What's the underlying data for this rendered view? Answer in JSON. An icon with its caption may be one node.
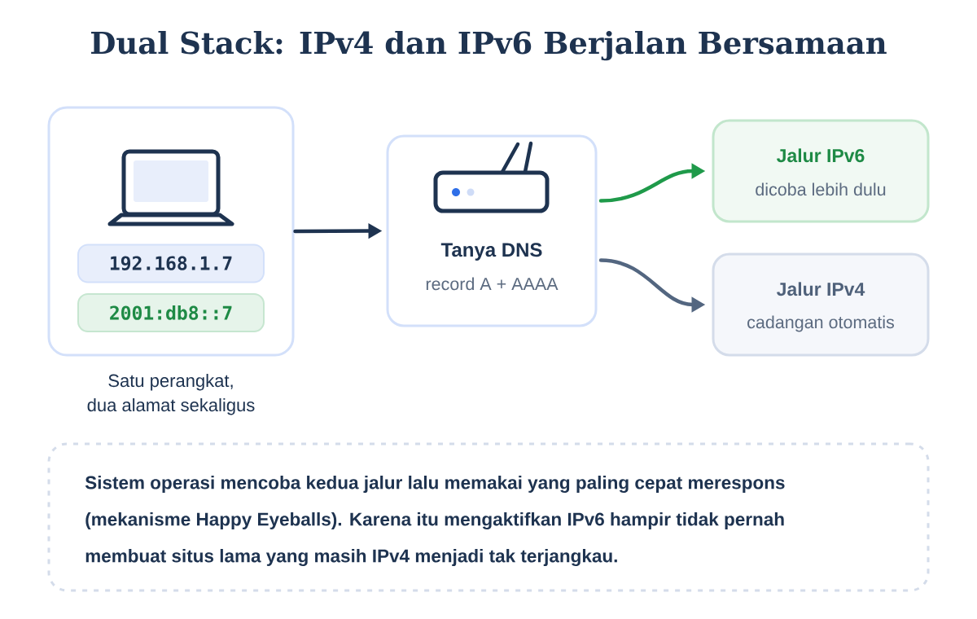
{
  "diagram": {
    "title": "Dual Stack: IPv4 dan IPv6 Berjalan Bersamaan",
    "nodes": [
      {
        "text": [],
        "shape": "box",
        "beside": [
          "Satu perangkat, dua alamat sekaligus"
        ]
      },
      {
        "text": [
          "192.168.1.7"
        ],
        "in": 0
      },
      {
        "text": [
          "2001:db8::7"
        ],
        "in": 0
      },
      {
        "text": [
          "Tanya DNS",
          "record A + AAAA"
        ]
      },
      {
        "text": [
          "Jalur IPv6",
          "dicoba lebih dulu"
        ]
      },
      {
        "text": [
          "Jalur IPv4",
          "cadangan otomatis"
        ]
      },
      {
        "text": [
          "Sistem operasi mencoba kedua jalur lalu memakai yang paling cepat merespons (mekanisme Happy Eyeballs). Karena itu mengaktifkan IPv6 hampir tidak pernah membuat situs lama yang masih IPv4 menjadi tak terjangkau."
        ]
      }
    ],
    "edges": [
      {
        "from": 0,
        "to": 3,
        "arrow": "to",
        "color": "#1e3350"
      },
      {
        "from": 3,
        "to": 4,
        "arrow": "to",
        "color": "#1f9a4a"
      },
      {
        "from": 3,
        "to": 5,
        "arrow": "to",
        "color": "#536680"
      }
    ]
  }
}
